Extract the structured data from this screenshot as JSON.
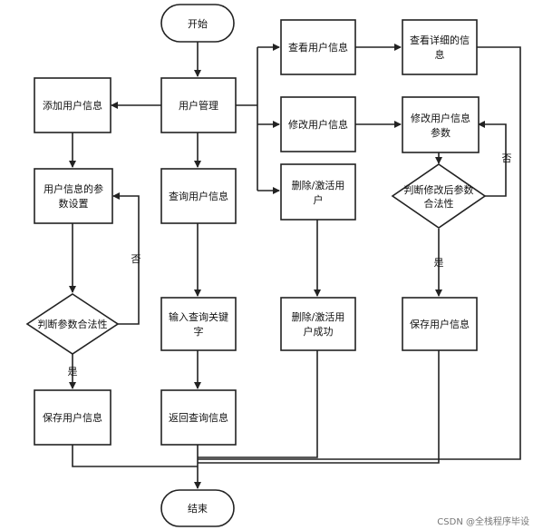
{
  "nodes": {
    "start": [
      "开始"
    ],
    "user_mgmt": [
      "用户管理"
    ],
    "add_user": [
      "添加用户信息"
    ],
    "param_setting": [
      "用户信息的参",
      "数设置"
    ],
    "judge_params": [
      "判断参数合法性"
    ],
    "save_left": [
      "保存用户信息"
    ],
    "query_user": [
      "查询用户信息"
    ],
    "input_keyword": [
      "输入查询关键",
      "字"
    ],
    "return_query": [
      "返回查询信息"
    ],
    "view_user": [
      "查看用户信息"
    ],
    "view_detail": [
      "查看详细的信",
      "息"
    ],
    "modify_user": [
      "修改用户信息"
    ],
    "modify_params": [
      "修改用户信息",
      "参数"
    ],
    "judge_modified": [
      "判断修改后参数",
      "合法性"
    ],
    "save_right": [
      "保存用户信息"
    ],
    "delete_activate": [
      "删除/激活用",
      "户"
    ],
    "delete_success": [
      "删除/激活用",
      "户成功"
    ],
    "end": [
      "结束"
    ]
  },
  "edge_labels": {
    "no_left": "否",
    "yes_left": "是",
    "no_right": "否",
    "yes_right": "是"
  },
  "watermark": "CSDN @全栈程序毕设",
  "colors": {
    "stroke": "#222222",
    "background": "#ffffff"
  }
}
